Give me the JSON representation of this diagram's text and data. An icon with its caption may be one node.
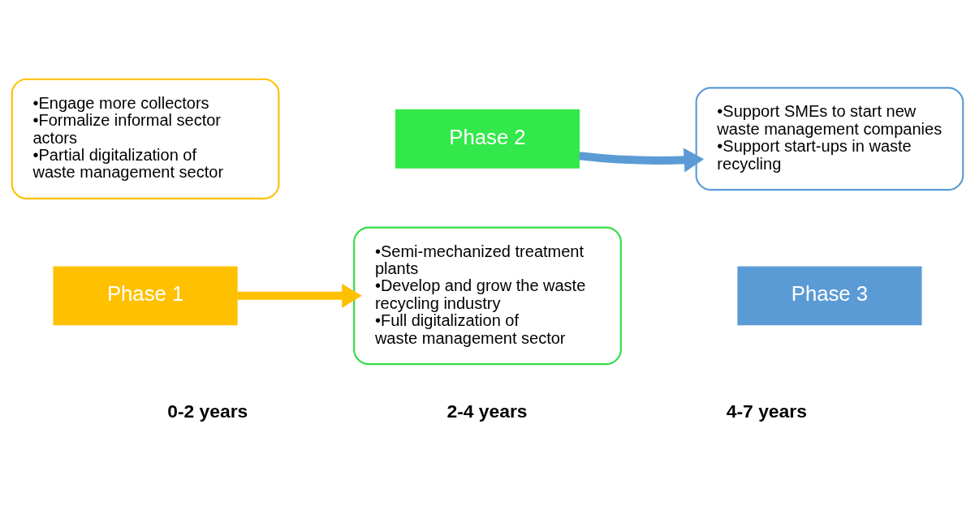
{
  "diagram": {
    "nodes": [
      {
        "text": [
          "•Engage more collectors",
          "•Formalize informal sector actors",
          "•Partial digitalization of waste management sector"
        ]
      },
      {
        "text": [
          "Phase 1"
        ]
      },
      {
        "text": [
          "•Semi-mechanized treatment plants",
          "•Develop and grow the waste recycling industry",
          "•Full digitalization of waste management sector"
        ]
      },
      {
        "text": [
          "Phase 2"
        ]
      },
      {
        "text": [
          "•Support SMEs to start new waste management companies",
          "•Support start-ups in waste recycling"
        ]
      },
      {
        "text": [
          "Phase 3"
        ]
      }
    ],
    "edges": [
      {
        "from": 1,
        "to": 2,
        "arrow": "to",
        "color": "#ffc000"
      },
      {
        "from": 3,
        "to": 4,
        "arrow": "to",
        "color": "#5b9bd5"
      }
    ],
    "labels": [
      "0-2 years",
      "4-7 years",
      "2-4 years"
    ]
  }
}
